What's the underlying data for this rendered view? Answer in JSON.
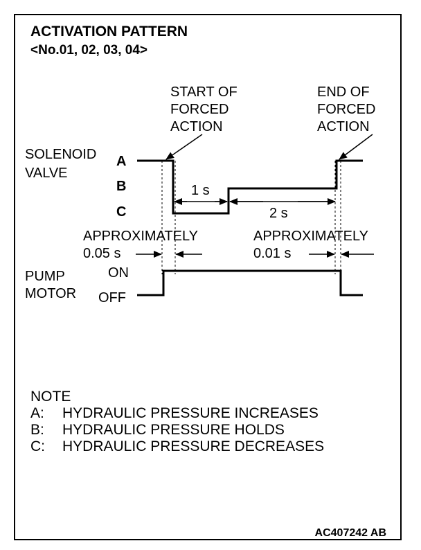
{
  "title": "ACTIVATION PATTERN",
  "subtitle": "<No.01, 02, 03, 04>",
  "start_label": [
    "START OF",
    "FORCED",
    "ACTION"
  ],
  "end_label": [
    "END OF",
    "FORCED",
    "ACTION"
  ],
  "solenoid_label": [
    "SOLENOID",
    "VALVE"
  ],
  "level_a": "A",
  "level_b": "B",
  "level_c": "C",
  "duration_1": "1 s",
  "duration_2": "2 s",
  "approx_label": "APPROXIMATELY",
  "delay_start": "0.05 s",
  "delay_end": "0.01 s",
  "pump_label": [
    "PUMP",
    "MOTOR"
  ],
  "on_label": "ON",
  "off_label": "OFF",
  "note": {
    "heading": "NOTE",
    "items": [
      {
        "key": "A:",
        "text": "HYDRAULIC PRESSURE INCREASES"
      },
      {
        "key": "B:",
        "text": "HYDRAULIC PRESSURE HOLDS"
      },
      {
        "key": "C:",
        "text": "HYDRAULIC PRESSURE DECREASES"
      }
    ]
  },
  "figure_code": "AC407242 AB"
}
